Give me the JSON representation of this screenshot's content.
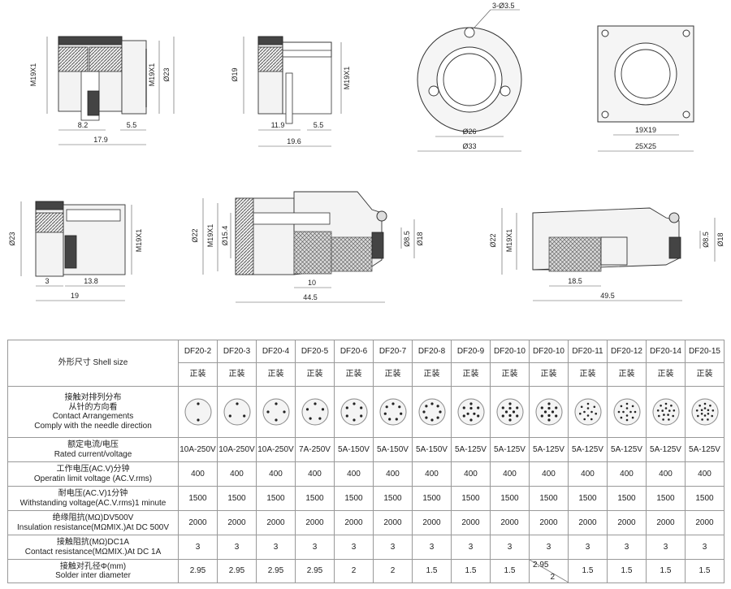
{
  "drawings": {
    "v1": {
      "left": "M19X1",
      "right": "M19X1",
      "dia": "Ø23",
      "d1": "8.2",
      "d2": "5.5",
      "total": "17.9"
    },
    "v2": {
      "dia": "Ø19",
      "right": "M19X1",
      "d1": "11.9",
      "d2": "5.5",
      "total": "19.6"
    },
    "v3": {
      "holes": "3-Ø3.5",
      "inner": "Ø26",
      "outer": "Ø33"
    },
    "v4": {
      "inner": "19X19",
      "outer": "25X25"
    },
    "v5": {
      "dia": "Ø23",
      "right": "M19X1",
      "d1": "3",
      "d2": "13.8",
      "total": "19"
    },
    "v6": {
      "d1": "Ø22",
      "d2": "M19X1",
      "d3": "Ø15.4",
      "d4": "Ø8.5",
      "d5": "Ø18",
      "len1": "10",
      "total": "44.5"
    },
    "v7": {
      "d1": "Ø22",
      "d2": "M19X1",
      "d3": "Ø8.5",
      "d4": "Ø18",
      "len1": "18.5",
      "total": "49.5"
    }
  },
  "table": {
    "labels": {
      "shell": [
        "外形尺寸 Shell size"
      ],
      "arr": [
        "接触对排列分布",
        "从针的方向看",
        "Contact Arrangements",
        "Comply with the needle direction"
      ],
      "rated": [
        "额定电流/电压",
        "Rated current/voltage"
      ],
      "oper": [
        "工作电压(AC.V)分钟",
        "Operatin limit voltage (AC.V.rms)"
      ],
      "withstand": [
        "耐电压(AC.V)1分钟",
        "Withstanding voltage(AC.V.rms)1 minute"
      ],
      "insul": [
        "绝缘阻抗(MΩ)DV500V",
        "Insulation resistance(MΩMIX.)At DC 500V"
      ],
      "contact": [
        "接触阻抗(MΩ)DC1A",
        "Contact resistance(MΩMIX.)At DC 1A"
      ],
      "solder": [
        "接触对孔径Φ(mm)",
        "Solder inter diameter"
      ]
    },
    "models": [
      "DF20-2",
      "DF20-3",
      "DF20-4",
      "DF20-5",
      "DF20-6",
      "DF20-7",
      "DF20-8",
      "DF20-9",
      "DF20-10",
      "DF20-10",
      "DF20-11",
      "DF20-12",
      "DF20-14",
      "DF20-15"
    ],
    "install": [
      "正装",
      "正装",
      "正装",
      "正装",
      "正装",
      "正装",
      "正装",
      "正装",
      "正装",
      "正装",
      "正装",
      "正装",
      "正装",
      "正装"
    ],
    "pins": [
      2,
      3,
      4,
      5,
      6,
      7,
      8,
      9,
      10,
      10,
      11,
      12,
      14,
      15
    ],
    "rated": [
      "10A-250V",
      "10A-250V",
      "10A-250V",
      "7A-250V",
      "5A-150V",
      "5A-150V",
      "5A-150V",
      "5A-125V",
      "5A-125V",
      "5A-125V",
      "5A-125V",
      "5A-125V",
      "5A-125V",
      "5A-125V"
    ],
    "oper": [
      "400",
      "400",
      "400",
      "400",
      "400",
      "400",
      "400",
      "400",
      "400",
      "400",
      "400",
      "400",
      "400",
      "400"
    ],
    "withstand": [
      "1500",
      "1500",
      "1500",
      "1500",
      "1500",
      "1500",
      "1500",
      "1500",
      "1500",
      "1500",
      "1500",
      "1500",
      "1500",
      "1500"
    ],
    "insul": [
      "2000",
      "2000",
      "2000",
      "2000",
      "2000",
      "2000",
      "2000",
      "2000",
      "2000",
      "2000",
      "2000",
      "2000",
      "2000",
      "2000"
    ],
    "contact": [
      "3",
      "3",
      "3",
      "3",
      "3",
      "3",
      "3",
      "3",
      "3",
      "3",
      "3",
      "3",
      "3",
      "3"
    ],
    "solder": [
      "2.95",
      "2.95",
      "2.95",
      "2.95",
      "2",
      "2",
      "1.5",
      "1.5",
      "1.5",
      "2.95|2",
      "1.5",
      "1.5",
      "1.5",
      "1.5"
    ]
  }
}
